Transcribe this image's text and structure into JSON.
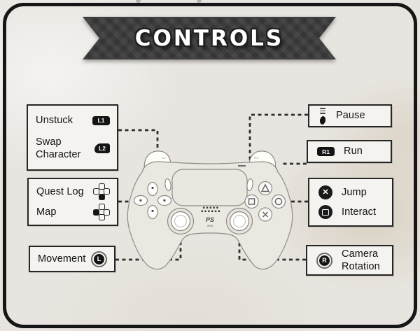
{
  "banner": {
    "title": "CONTROLS"
  },
  "colors": {
    "paper": "#e8e5e0",
    "banner": "#3e3d3d",
    "box_background": "#f4f3ef",
    "box_border": "#262626",
    "badge": "#141414",
    "connector_line": "#2d2d2d"
  },
  "left_panel": {
    "shoulder_box": {
      "rows": [
        {
          "label": "Unstuck",
          "button": "L1"
        },
        {
          "label": "Swap Character",
          "button": "L2"
        }
      ]
    },
    "dpad_box": {
      "rows": [
        {
          "label": "Quest Log",
          "button": "D-Pad Down"
        },
        {
          "label": "Map",
          "button": "D-Pad Left"
        }
      ]
    },
    "movement_box": {
      "rows": [
        {
          "label": "Movement",
          "button": "Left Stick"
        }
      ]
    }
  },
  "right_panel": {
    "pause_box": {
      "rows": [
        {
          "label": "Pause",
          "button": "Options"
        }
      ]
    },
    "run_box": {
      "rows": [
        {
          "label": "Run",
          "button": "R1"
        }
      ]
    },
    "face_box": {
      "rows": [
        {
          "label": "Jump",
          "button": "Cross"
        },
        {
          "label": "Interact",
          "button": "Square"
        }
      ]
    },
    "camera_box": {
      "rows": [
        {
          "label": "Camera Rotation",
          "button": "Right Stick"
        }
      ]
    }
  },
  "badges": {
    "l1": "L1",
    "l2": "L2",
    "r1": "R1",
    "left_stick": "L",
    "right_stick": "R"
  },
  "icons": {
    "cross_glyph": "✕"
  },
  "controller": {
    "logo": "PS",
    "trigger_labels": {
      "l1": "L1",
      "l2": "L2",
      "r1": "R1",
      "r2": "R2"
    }
  }
}
